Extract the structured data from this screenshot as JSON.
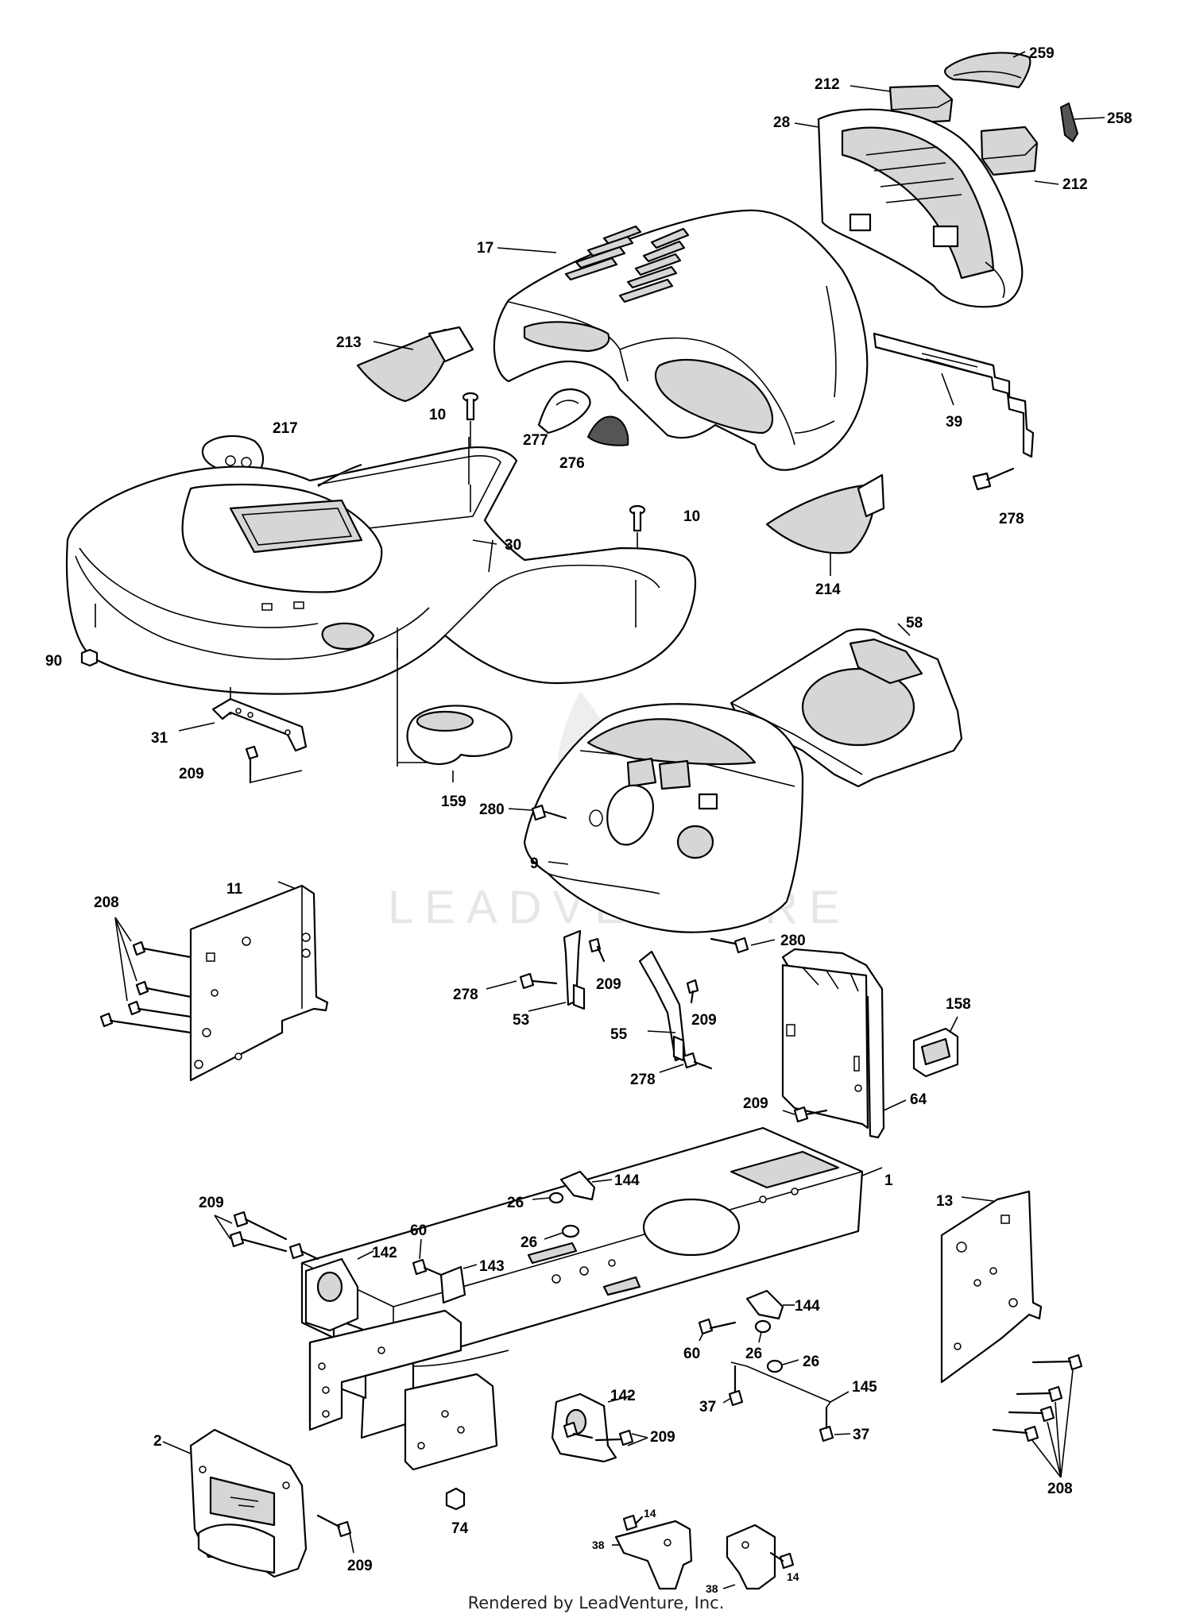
{
  "watermark": {
    "text": "LEADVENTURE",
    "color": "#e6e6e6"
  },
  "footer": {
    "text": "Rendered by LeadVenture, Inc."
  },
  "callouts": {
    "c259": "259",
    "c212a": "212",
    "c258": "258",
    "c28": "28",
    "c212b": "212",
    "c17": "17",
    "c213": "213",
    "c39": "39",
    "c10a": "10",
    "c217": "217",
    "c277": "277",
    "c276": "276",
    "c278a": "278",
    "c10b": "10",
    "c30": "30",
    "c214": "214",
    "c90": "90",
    "c58": "58",
    "c31": "31",
    "c209a": "209",
    "c159": "159",
    "c280a": "280",
    "c9": "9",
    "c280b": "280",
    "c208a": "208",
    "c11": "11",
    "c209b": "209",
    "c278b": "278",
    "c53": "53",
    "c209c": "209",
    "c55": "55",
    "c158": "158",
    "c278c": "278",
    "c209d": "209",
    "c64": "64",
    "c1": "1",
    "c144a": "144",
    "c26a": "26",
    "c26b": "26",
    "c209e": "209",
    "c13": "13",
    "c60a": "60",
    "c142a": "142",
    "c143": "143",
    "c144b": "144",
    "c60b": "60",
    "c26c": "26",
    "c26d": "26",
    "c142b": "142",
    "c37a": "37",
    "c145": "145",
    "c209f": "209",
    "c2": "2",
    "c37b": "37",
    "c74": "74",
    "c14a": "14",
    "c38a": "38",
    "c208b": "208",
    "c209g": "209",
    "c14b": "14",
    "c38b": "38"
  }
}
